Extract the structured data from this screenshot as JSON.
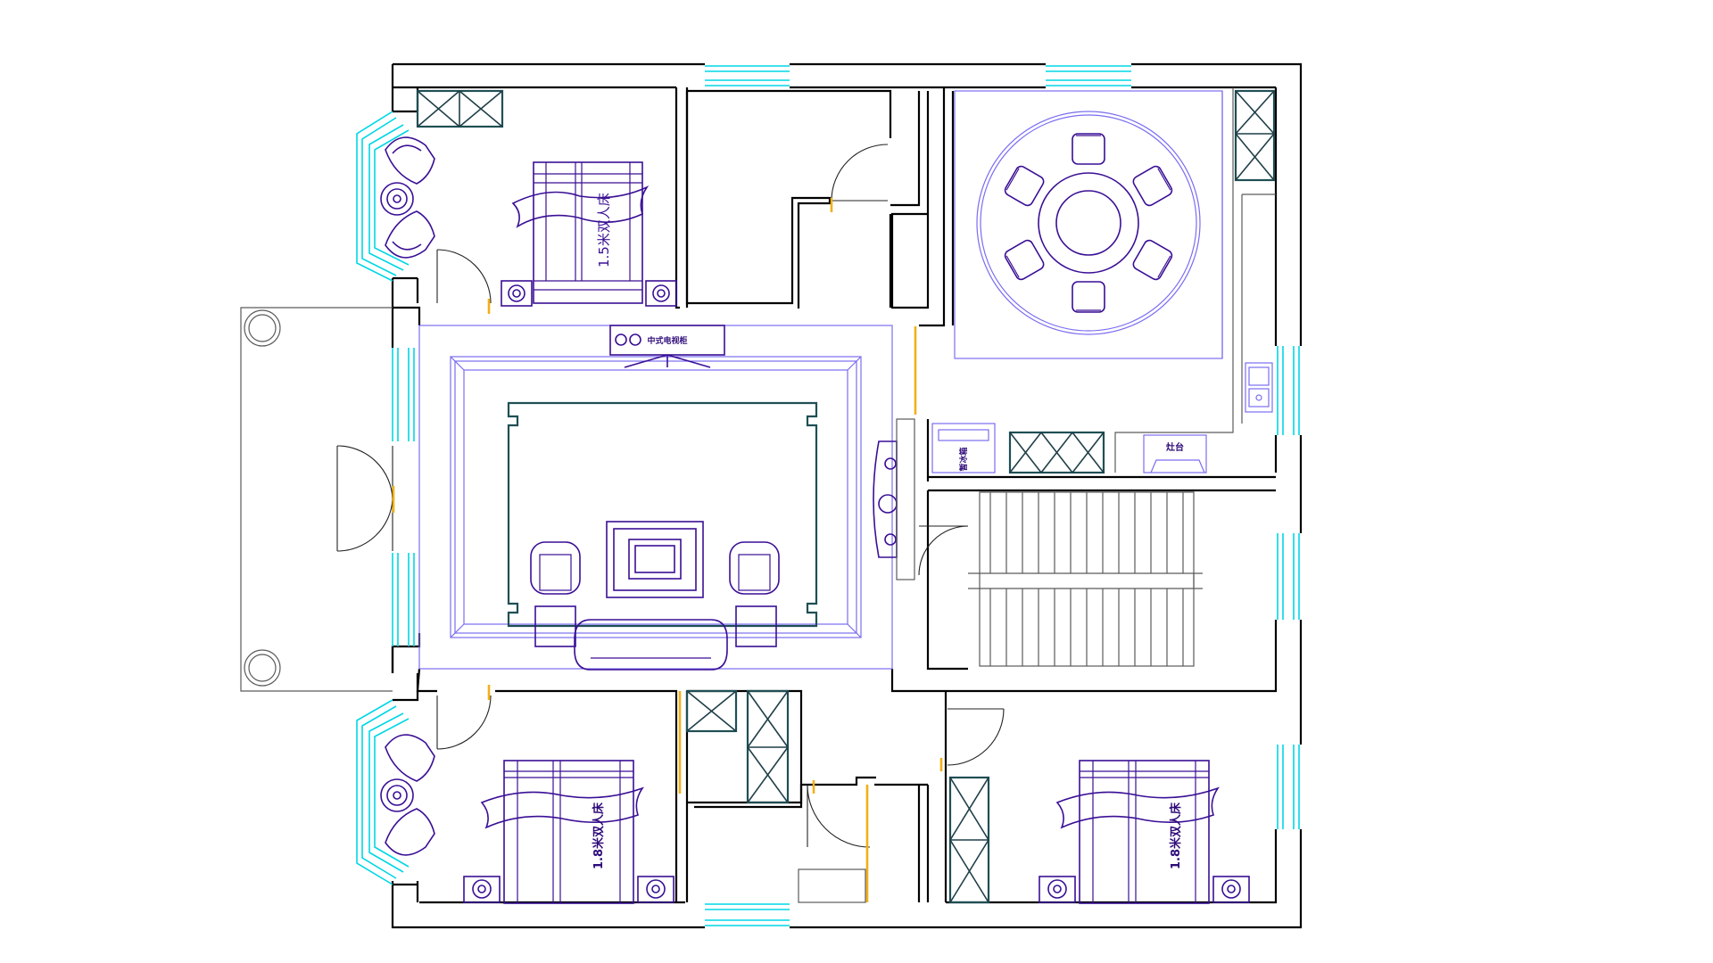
{
  "drawing": {
    "colors": {
      "wall": "#000000",
      "window": "#00d7e6",
      "furniture": "#3a0f95",
      "living_outline": "#7a6df0",
      "door_mark": "#f2b018",
      "background": "#ffffff"
    },
    "labels": {
      "bed_top": "1.5米双人床",
      "bed_bottom_left": "1.8米双人床",
      "bed_bottom_right": "1.8米双人床",
      "tv_cabinet": "中式电视柜",
      "fridge": "暂冰箱",
      "stove": "灶台"
    },
    "icons": [
      "bed-icon",
      "armchair-icon",
      "round-table-icon",
      "sofa-icon",
      "sink-icon",
      "stove-icon",
      "stair-icon",
      "door-swing-icon",
      "wardrobe-icon",
      "plant-icon"
    ]
  }
}
